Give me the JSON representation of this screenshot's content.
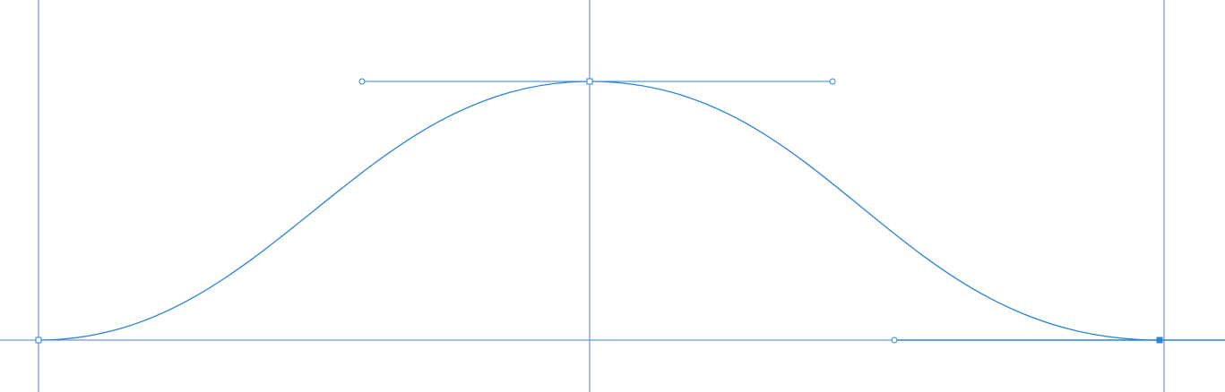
{
  "editor": {
    "tool": "bezier-path-edit",
    "guide_color": "#4f7bd9",
    "path_color": "#2b84d6",
    "anchor_fill": "#ffffff",
    "selected_anchor_fill": "#2b84d6",
    "handle_point_fill": "#ffffff"
  },
  "path": {
    "segments": 2,
    "closed": false,
    "anchors": [
      {
        "name": "start-anchor",
        "selected": false,
        "shape": "square"
      },
      {
        "name": "peak-anchor",
        "selected": false,
        "shape": "square"
      },
      {
        "name": "end-anchor",
        "selected": true,
        "shape": "square"
      }
    ],
    "handles": [
      {
        "name": "peak-in-handle",
        "anchor": "peak-anchor",
        "shape": "circle"
      },
      {
        "name": "peak-out-handle",
        "anchor": "peak-anchor",
        "shape": "circle"
      },
      {
        "name": "end-in-handle",
        "anchor": "end-anchor",
        "shape": "circle"
      }
    ]
  },
  "guides": {
    "vertical_count": 3,
    "horizontal_count": 1
  }
}
